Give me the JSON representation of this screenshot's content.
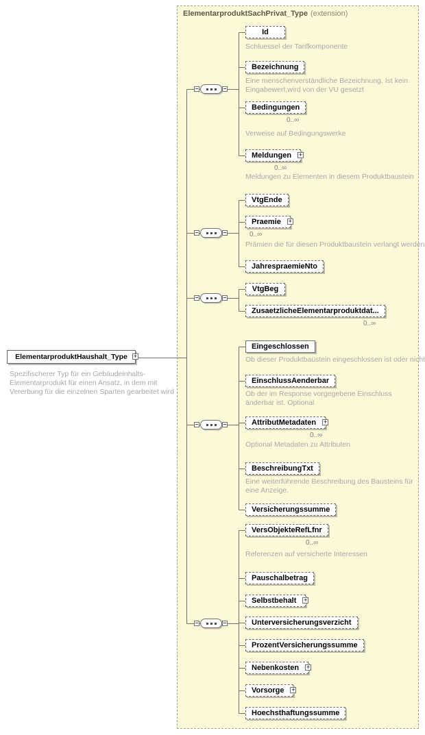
{
  "panel": {
    "title": "ElementarproduktSachPrivat_Type",
    "suffix": "(extension)"
  },
  "root": {
    "label": "ElementarproduktHaushalt_Type",
    "description": "Spezifischerer Typ für ein Gebäudeinhalts-Elementarprodukt für einen Ansatz, in dem mit Vererbung für die einzelnen Sparten gearbeitet wird"
  },
  "icons": {
    "plus": "+"
  },
  "colors": {
    "panel_bg": "#fcf9d8",
    "box_border": "#6f6f6f",
    "annotation_text": "#a8a8a8"
  },
  "groups": [
    {
      "compositor": "sequence",
      "items": [
        {
          "label": "Id",
          "annotation": "Schluessel der Tarifkomponente"
        },
        {
          "label": "Bezeichnung",
          "annotation": "Eine menschenverständliche Bezeichnung. Ist kein Eingabewert,wird von der VU gesetzt"
        },
        {
          "label": "Bedingungen",
          "cardinality": "0..∞",
          "annotation": "Verweise auf Bedingungswerke"
        },
        {
          "label": "Meldungen",
          "cardinality": "0..∞",
          "annotation": "Meldungen zu Elementen in diesem Produktbaustein"
        }
      ]
    },
    {
      "compositor": "sequence",
      "items": [
        {
          "label": "VtgEnde"
        },
        {
          "label": "Praemie",
          "cardinality": "0..∞",
          "annotation": "Prämien die für diesen Produktbaustein verlangt werden"
        },
        {
          "label": "JahrespraemieNto"
        }
      ]
    },
    {
      "compositor": "sequence",
      "items": [
        {
          "label": "VtgBeg"
        },
        {
          "label": "ZusaetzlicheElementarproduktdat...",
          "cardinality": "0..∞"
        }
      ]
    },
    {
      "compositor": "sequence",
      "items": [
        {
          "label": "Eingeschlossen",
          "annotation": "Ob dieser Produktbaustein eingeschlossen ist oder nicht"
        },
        {
          "label": "EinschlussAenderbar",
          "annotation": "Ob der im Response vorgegebene Einschluss änderbar ist. Optional"
        },
        {
          "label": "AttributMetadaten",
          "cardinality": "0..∞",
          "annotation": "Optional Metadaten zu Attributen"
        },
        {
          "label": "BeschreibungTxt",
          "annotation": "Eine weiterführende Beschreibung des Bausteins für eine Anzeige."
        },
        {
          "label": "Versicherungssumme"
        }
      ]
    },
    {
      "compositor": "sequence",
      "items": [
        {
          "label": "VersObjekteRefLfnr",
          "cardinality": "0..∞",
          "annotation": "Referenzen auf versicherte Interessen"
        },
        {
          "label": "Pauschalbetrag"
        },
        {
          "label": "Selbstbehalt"
        },
        {
          "label": "Unterversicherungsverzicht"
        },
        {
          "label": "ProzentVersicherungssumme"
        },
        {
          "label": "Nebenkosten"
        },
        {
          "label": "Vorsorge"
        },
        {
          "label": "Hoechsthaftungssumme"
        }
      ]
    }
  ]
}
